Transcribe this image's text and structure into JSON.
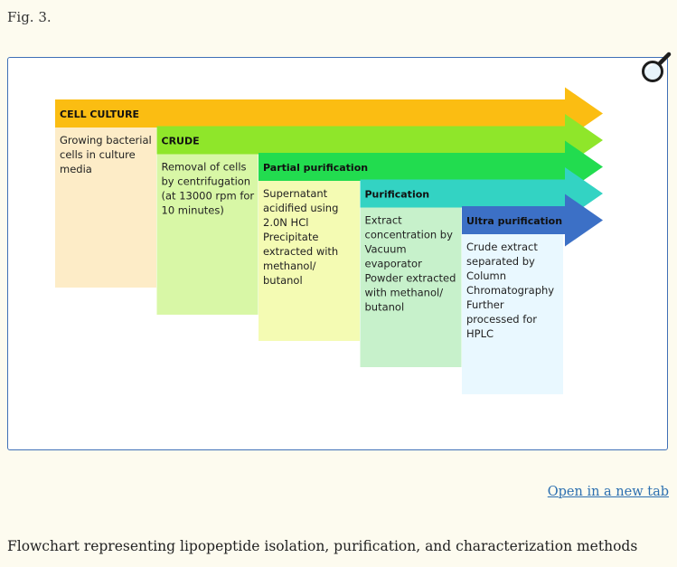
{
  "figure": {
    "label": "Fig. 3.",
    "magnify_icon": "magnifier-icon",
    "open_link": "Open in a new tab",
    "caption": "Flowchart representing lipopeptide isolation, purification, and characterization methods"
  },
  "diagram": {
    "stages": [
      {
        "title": "CELL CULTURE",
        "arrow_color": "#fbbd12",
        "box_color": "#fdecc7",
        "lines": [
          "Growing bacterial",
          "cells in culture",
          "media"
        ]
      },
      {
        "title": "CRUDE",
        "arrow_color": "#8fe62a",
        "box_color": "#d8f7a6",
        "lines": [
          "Removal of cells",
          "by centrifugation",
          "(at 13000 rpm for",
          "10 minutes)"
        ]
      },
      {
        "title": "Partial purification",
        "arrow_color": "#22dc4f",
        "box_color": "#f4fbb3",
        "lines": [
          "Supernatant",
          "acidified using",
          "2.0N HCl",
          "Precipitate",
          "extracted with",
          "methanol/",
          "butanol"
        ]
      },
      {
        "title": "Purification",
        "arrow_color": "#33d3c3",
        "box_color": "#c7f1cb",
        "lines": [
          "Extract",
          "concentration by",
          "Vacuum",
          "evaporator",
          "Powder extracted",
          "with methanol/",
          "butanol"
        ]
      },
      {
        "title": "Ultra purification",
        "arrow_color": "#3c70c6",
        "box_color": "#e9f8ff",
        "lines": [
          "Crude extract",
          "separated by",
          "Column",
          "Chromatography",
          "Further",
          "processed for",
          "HPLC"
        ]
      }
    ]
  }
}
